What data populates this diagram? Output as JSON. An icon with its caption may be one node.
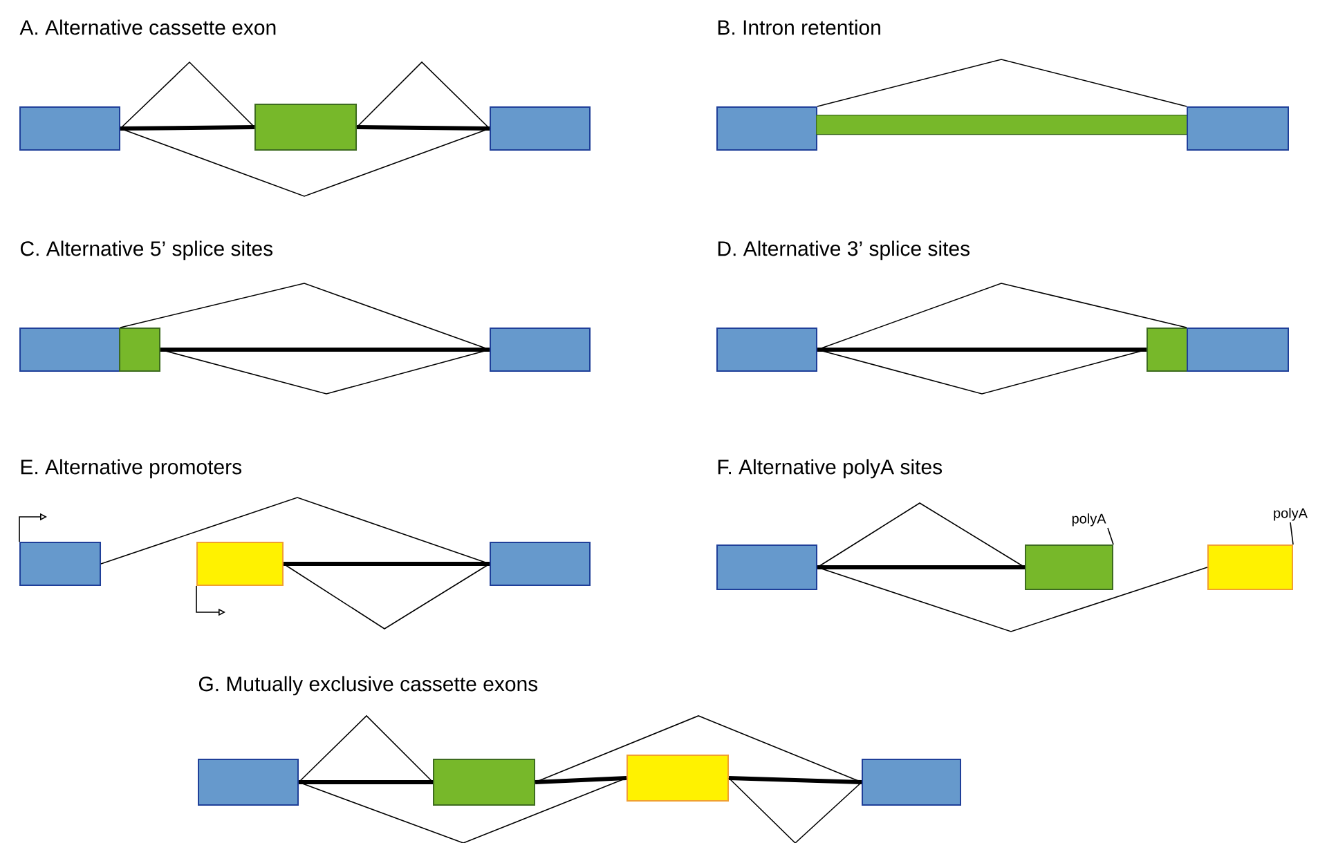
{
  "diagram": {
    "nodes": [
      {
        "text": [],
        "shape": "box"
      },
      {
        "text": [],
        "shape": "box"
      },
      {
        "text": [],
        "shape": "box"
      },
      {
        "text": [],
        "shape": "box"
      },
      {
        "text": [],
        "shape": "bar"
      },
      {
        "text": [],
        "shape": "box"
      },
      {
        "text": [],
        "shape": "box"
      },
      {
        "text": [],
        "shape": "box"
      },
      {
        "text": [],
        "shape": "box"
      },
      {
        "text": [],
        "shape": "box"
      },
      {
        "text": [],
        "shape": "box"
      },
      {
        "text": [],
        "shape": "box"
      },
      {
        "text": [],
        "shape": "box"
      },
      {
        "text": [],
        "shape": "box"
      },
      {
        "text": [],
        "shape": "box"
      },
      {
        "text": [],
        "shape": "box"
      },
      {
        "text": [],
        "shape": "box"
      },
      {
        "text": [],
        "shape": "box"
      },
      {
        "text": [
          "polyA"
        ]
      },
      {
        "text": [
          "polyA"
        ]
      },
      {
        "text": [],
        "shape": "box"
      },
      {
        "text": [],
        "shape": "box"
      },
      {
        "text": [],
        "shape": "box"
      },
      {
        "text": [],
        "shape": "box"
      }
    ],
    "edges": [
      {
        "from": 0,
        "to": 1,
        "arrow": "none"
      },
      {
        "from": 1,
        "to": 2,
        "arrow": "none"
      },
      {
        "from": 0,
        "to": 1,
        "arrow": "none",
        "style": "thick"
      },
      {
        "from": 1,
        "to": 2,
        "arrow": "none",
        "style": "thick"
      },
      {
        "from": 0,
        "to": 2,
        "arrow": "none"
      },
      {
        "from": 3,
        "to": 5,
        "arrow": "none"
      },
      {
        "from": 6,
        "to": 8,
        "arrow": "none"
      },
      {
        "from": 7,
        "to": 8,
        "arrow": "none",
        "style": "thick"
      },
      {
        "from": 7,
        "to": 8,
        "arrow": "none"
      },
      {
        "from": 9,
        "to": 11,
        "arrow": "none"
      },
      {
        "from": 9,
        "to": 10,
        "arrow": "none",
        "style": "thick"
      },
      {
        "from": 9,
        "to": 10,
        "arrow": "none"
      },
      {
        "from": 12,
        "to": 14,
        "arrow": "none"
      },
      {
        "from": 13,
        "to": 14,
        "arrow": "none",
        "style": "thick"
      },
      {
        "from": 13,
        "to": 14,
        "arrow": "none"
      },
      {
        "from": 15,
        "to": 16,
        "arrow": "none"
      },
      {
        "from": 15,
        "to": 16,
        "arrow": "none",
        "style": "thick"
      },
      {
        "from": 15,
        "to": 17,
        "arrow": "none"
      },
      {
        "from": 18,
        "to": 16,
        "arrow": "none"
      },
      {
        "from": 19,
        "to": 17,
        "arrow": "none"
      },
      {
        "from": 20,
        "to": 21,
        "arrow": "none"
      },
      {
        "from": 20,
        "to": 21,
        "arrow": "none",
        "style": "thick"
      },
      {
        "from": 21,
        "to": 23,
        "arrow": "none"
      },
      {
        "from": 21,
        "to": 22,
        "arrow": "none",
        "style": "thick"
      },
      {
        "from": 22,
        "to": 23,
        "arrow": "none",
        "style": "thick"
      },
      {
        "from": 20,
        "to": 22,
        "arrow": "none"
      },
      {
        "from": 22,
        "to": 23,
        "arrow": "none"
      },
      {
        "from": 12,
        "to": null,
        "arrow": "to"
      },
      {
        "from": 13,
        "to": null,
        "arrow": "to"
      }
    ],
    "labels": [
      "A. Alternative cassette exon",
      "B. Intron retention",
      "C. Alternative 5’ splice sites",
      "D. Alternative 3’ splice sites",
      "E. Alternative promoters",
      "F. Alternative polyA sites",
      "G. Mutually exclusive cassette exons"
    ]
  }
}
